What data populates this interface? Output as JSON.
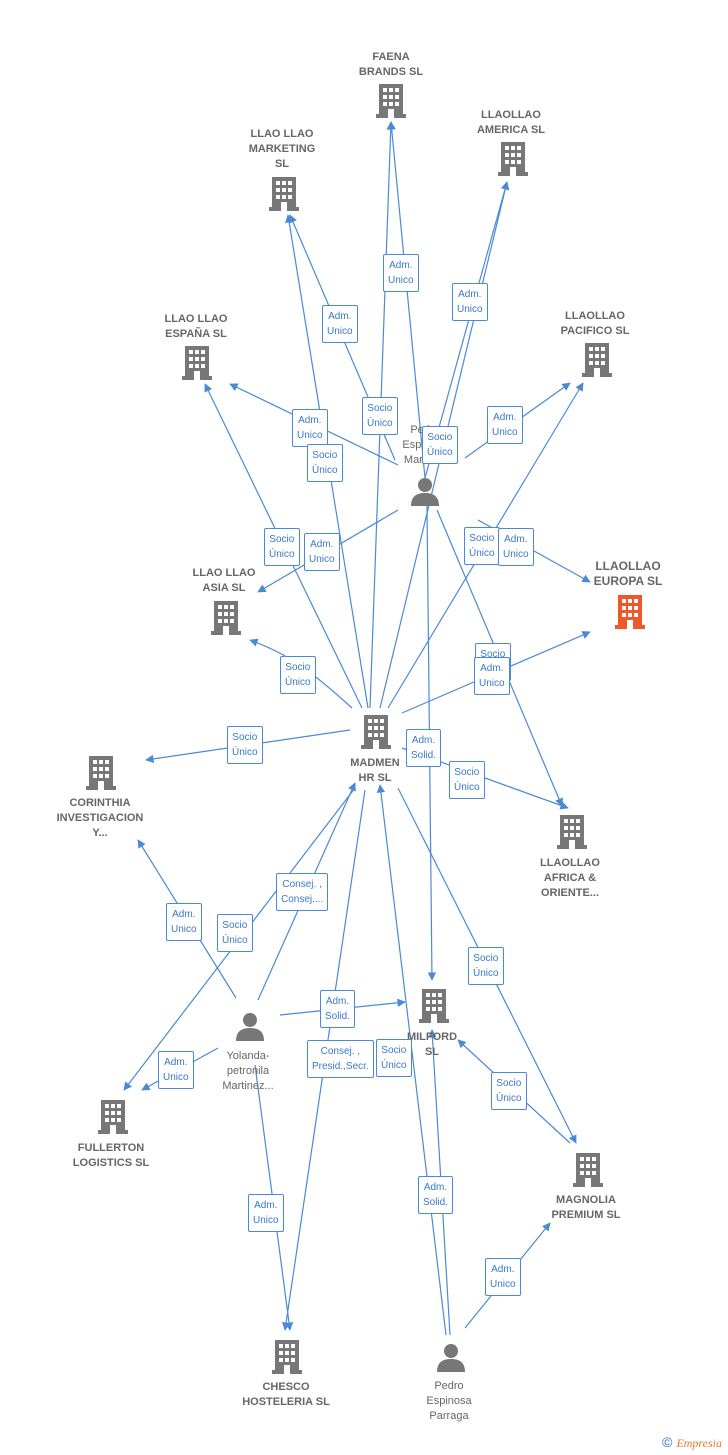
{
  "colors": {
    "edge": "#4a8ad4",
    "building": "#777777",
    "focus_building": "#f0582a",
    "person": "#777777",
    "label": "#666666"
  },
  "nodes": [
    {
      "id": "faena",
      "type": "company",
      "lines": [
        "FAENA",
        "BRANDS  SL"
      ]
    },
    {
      "id": "llaollao_america",
      "type": "company",
      "lines": [
        "LLAOLLAO",
        "AMERICA  SL"
      ]
    },
    {
      "id": "llao_marketing",
      "type": "company",
      "lines": [
        "LLAO LLAO",
        "MARKETING",
        "SL"
      ]
    },
    {
      "id": "llao_espana",
      "type": "company",
      "lines": [
        "LLAO LLAO",
        "ESPAÑA  SL"
      ]
    },
    {
      "id": "llaollao_pacifico",
      "type": "company",
      "lines": [
        "LLAOLLAO",
        "PACIFICO  SL"
      ]
    },
    {
      "id": "llaollao_europa",
      "type": "company",
      "focus": true,
      "lines": [
        "LLAOLLAO",
        "EUROPA  SL"
      ]
    },
    {
      "id": "llao_asia",
      "type": "company",
      "lines": [
        "LLAO LLAO",
        "ASIA  SL"
      ]
    },
    {
      "id": "madmen",
      "type": "company",
      "lines": [
        "MADMEN",
        "HR  SL"
      ]
    },
    {
      "id": "corinthia",
      "type": "company",
      "lines": [
        "CORINTHIA",
        "INVESTIGACION",
        "Y..."
      ]
    },
    {
      "id": "llaollao_africa",
      "type": "company",
      "lines": [
        "LLAOLLAO",
        "AFRICA &",
        "ORIENTE..."
      ]
    },
    {
      "id": "milford",
      "type": "company",
      "lines": [
        "MILFORD",
        "SL"
      ]
    },
    {
      "id": "fullerton",
      "type": "company",
      "lines": [
        "FULLERTON",
        "LOGISTICS  SL"
      ]
    },
    {
      "id": "magnolia",
      "type": "company",
      "lines": [
        "MAGNOLIA",
        "PREMIUM  SL"
      ]
    },
    {
      "id": "chesco",
      "type": "company",
      "lines": [
        "CHESCO",
        "HOSTELERIA SL"
      ]
    },
    {
      "id": "pedro_martinez",
      "type": "person",
      "lines": [
        "Pedro",
        "Espinosa",
        "Martinez"
      ]
    },
    {
      "id": "yolanda",
      "type": "person",
      "lines": [
        "Yolanda-",
        "petronila",
        "Martinez..."
      ]
    },
    {
      "id": "pedro_parraga",
      "type": "person",
      "lines": [
        "Pedro",
        "Espinosa",
        "Parraga"
      ]
    }
  ],
  "edge_labels": [
    {
      "lines": [
        "Adm.",
        "Unico"
      ]
    },
    {
      "lines": [
        "Adm.",
        "Unico"
      ]
    },
    {
      "lines": [
        "Adm.",
        "Unico"
      ]
    },
    {
      "lines": [
        "Socio",
        "Único"
      ]
    },
    {
      "lines": [
        "Adm.",
        "Unico"
      ]
    },
    {
      "lines": [
        "Socio",
        "Único"
      ]
    },
    {
      "lines": [
        "Socio",
        "Único"
      ]
    },
    {
      "lines": [
        "Adm.",
        "Unico"
      ]
    },
    {
      "lines": [
        "Socio",
        "Único"
      ]
    },
    {
      "lines": [
        "Adm.",
        "Unico"
      ]
    },
    {
      "lines": [
        "Socio",
        "Único"
      ]
    },
    {
      "lines": [
        "Adm.",
        "Unico"
      ]
    },
    {
      "lines": [
        "Socio",
        "Único"
      ]
    },
    {
      "lines": [
        "Socio",
        "Único"
      ]
    },
    {
      "lines": [
        "Adm.",
        "Unico"
      ]
    },
    {
      "lines": [
        "Socio",
        "Único"
      ]
    },
    {
      "lines": [
        "Adm.",
        "Solid."
      ]
    },
    {
      "lines": [
        "Socio",
        "Único"
      ]
    },
    {
      "lines": [
        "Consej. ,",
        "Consej...."
      ]
    },
    {
      "lines": [
        "Adm.",
        "Unico"
      ]
    },
    {
      "lines": [
        "Socio",
        "Único"
      ]
    },
    {
      "lines": [
        "Socio",
        "Único"
      ]
    },
    {
      "lines": [
        "Adm.",
        "Solid."
      ]
    },
    {
      "lines": [
        "Adm.",
        "Unico"
      ]
    },
    {
      "lines": [
        "Consej. ,",
        "Presid.,Secr."
      ]
    },
    {
      "lines": [
        "Socio",
        "Único"
      ]
    },
    {
      "lines": [
        "Socio",
        "Único"
      ]
    },
    {
      "lines": [
        "Adm.",
        "Unico"
      ]
    },
    {
      "lines": [
        "Adm.",
        "Solid."
      ]
    },
    {
      "lines": [
        "Adm.",
        "Unico"
      ]
    }
  ],
  "footer": {
    "symbol": "©",
    "brand": "Empresia"
  }
}
